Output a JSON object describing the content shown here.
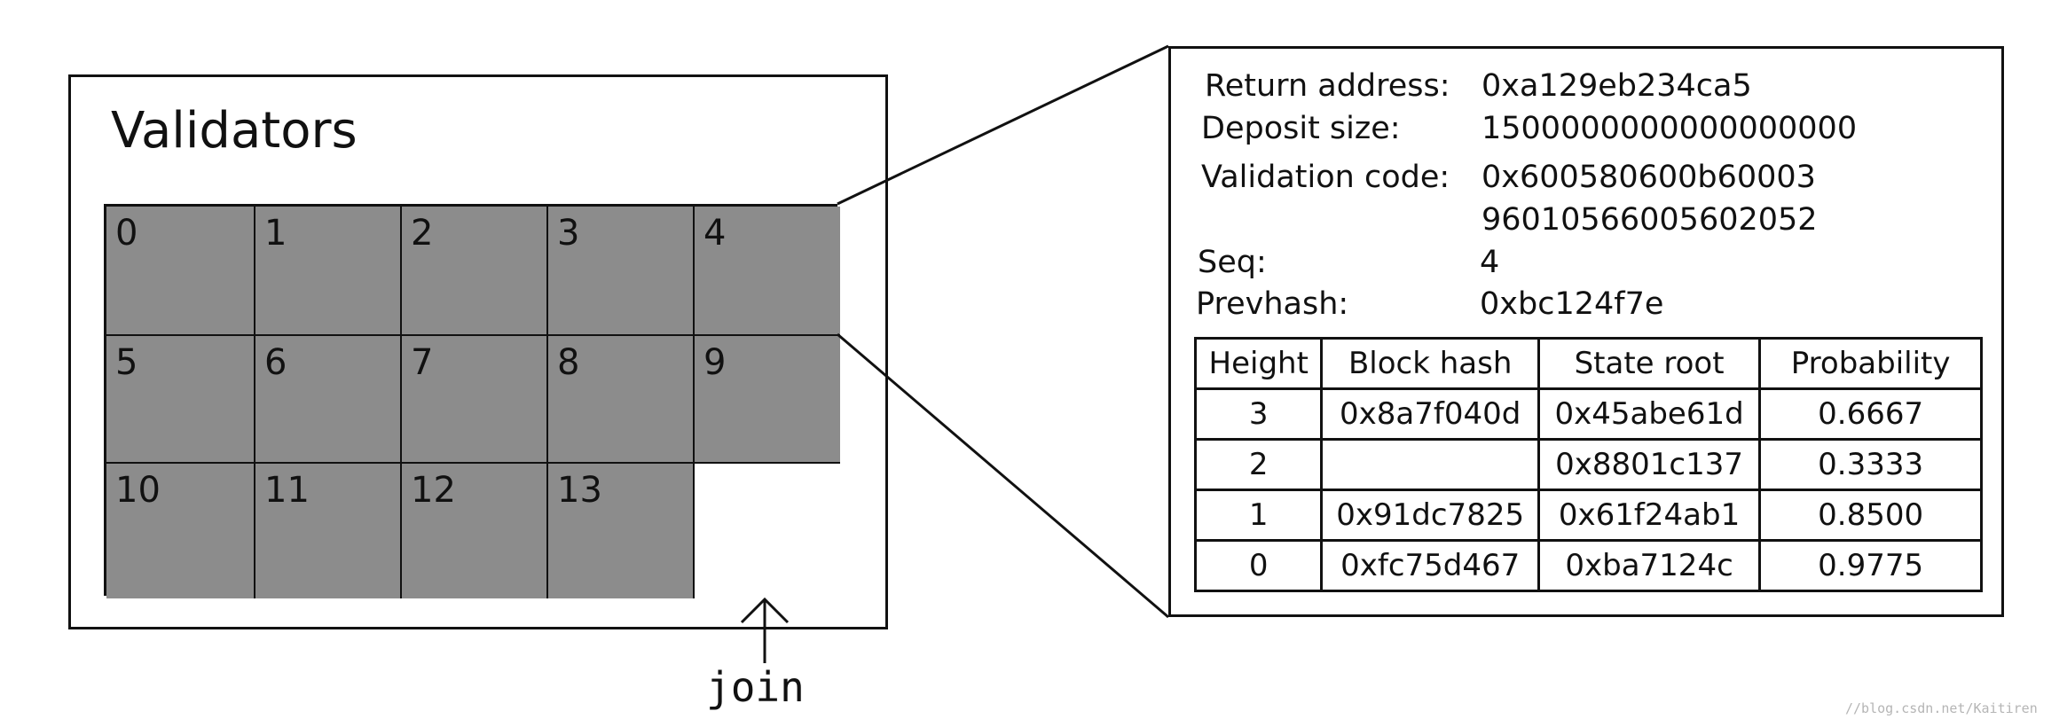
{
  "validators": {
    "title": "Validators",
    "cells": [
      {
        "label": "0",
        "filled": true
      },
      {
        "label": "1",
        "filled": true
      },
      {
        "label": "2",
        "filled": true
      },
      {
        "label": "3",
        "filled": true
      },
      {
        "label": "4",
        "filled": true
      },
      {
        "label": "5",
        "filled": true
      },
      {
        "label": "6",
        "filled": true
      },
      {
        "label": "7",
        "filled": true
      },
      {
        "label": "8",
        "filled": true
      },
      {
        "label": "9",
        "filled": true
      },
      {
        "label": "10",
        "filled": true
      },
      {
        "label": "11",
        "filled": true
      },
      {
        "label": "12",
        "filled": true
      },
      {
        "label": "13",
        "filled": true
      },
      {
        "label": "",
        "filled": false
      }
    ],
    "join_label": "join"
  },
  "detail": {
    "return_address_label": "Return address:",
    "return_address": "0xa129eb234ca5",
    "deposit_size_label": "Deposit size:",
    "deposit_size": "1500000000000000000",
    "validation_code_label": "Validation code:",
    "validation_code_line1": "0x600580600b60003",
    "validation_code_line2": "96010566005602052",
    "seq_label": "Seq:",
    "seq": "4",
    "prevhash_label": "Prevhash:",
    "prevhash": "0xbc124f7e",
    "table": {
      "headers": [
        "Height",
        "Block hash",
        "State root",
        "Probability"
      ],
      "rows": [
        [
          "3",
          "0x8a7f040d",
          "0x45abe61d",
          "0.6667"
        ],
        [
          "2",
          "",
          "0x8801c137",
          "0.3333"
        ],
        [
          "1",
          "0x91dc7825",
          "0x61f24ab1",
          "0.8500"
        ],
        [
          "0",
          "0xfc75d467",
          "0xba7124c",
          "0.9775"
        ]
      ]
    }
  },
  "watermark": "//blog.csdn.net/Kaitiren",
  "colors": {
    "filled_cell": "#8c8c8c",
    "empty_cell": "#ffffff",
    "line": "#111111"
  }
}
